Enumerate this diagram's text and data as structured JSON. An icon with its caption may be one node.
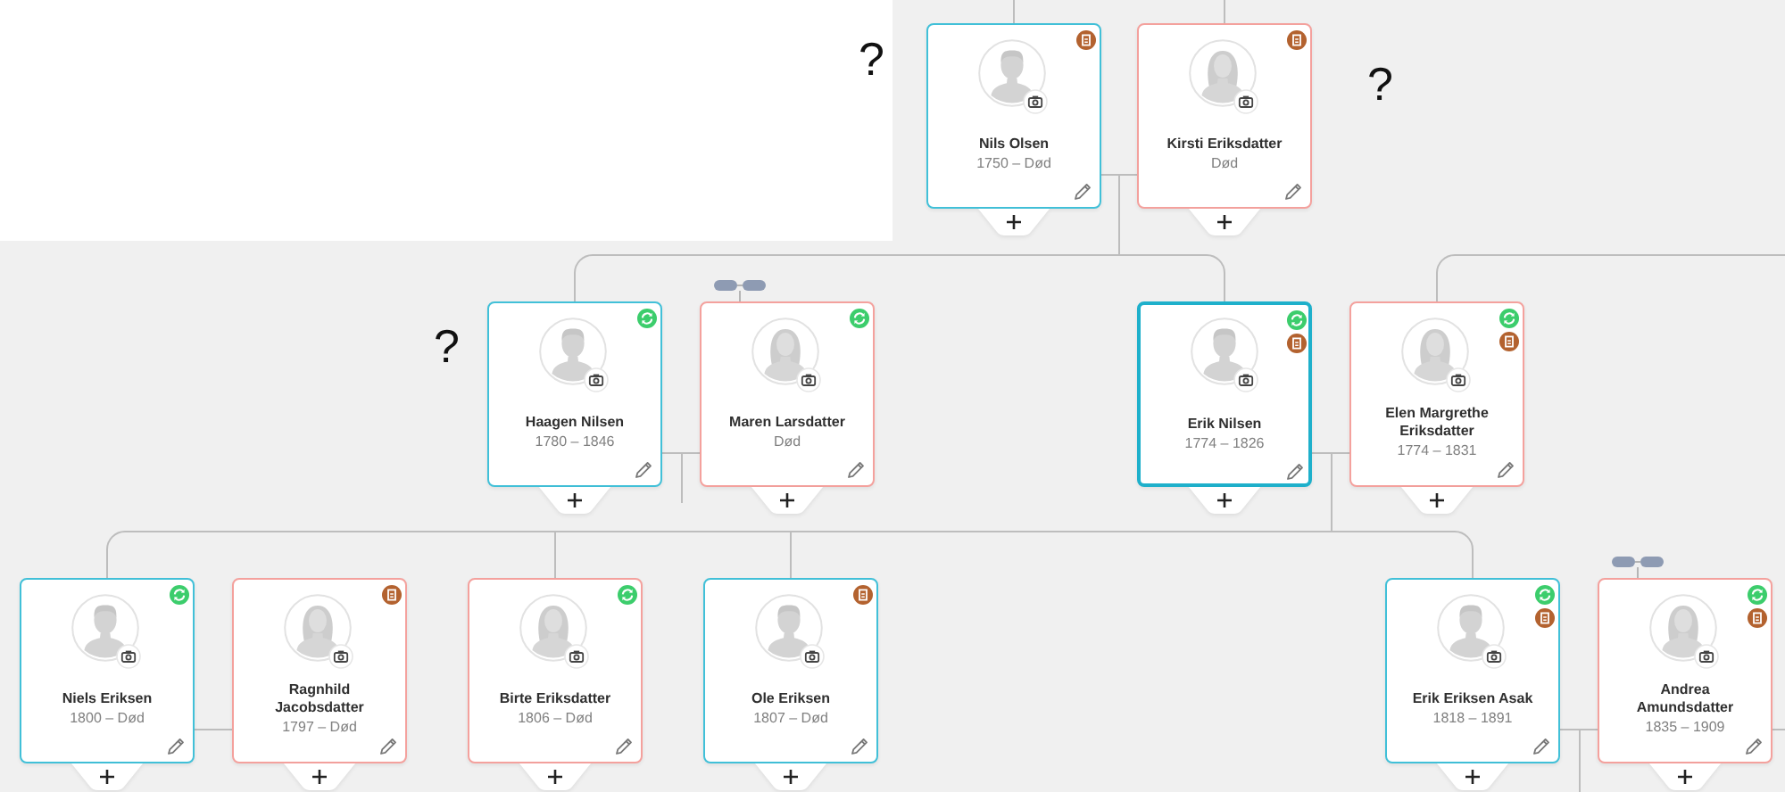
{
  "diagram": {
    "nodes": [
      {
        "text": [
          "Nils Olsen",
          "1750 – Død"
        ],
        "beside": [
          "?"
        ]
      },
      {
        "text": [
          "Kirsti Eriksdatter",
          "Død"
        ],
        "beside": [
          "?"
        ]
      },
      {
        "text": [
          "Haagen Nilsen",
          "1780 – 1846"
        ],
        "beside": [
          "?"
        ]
      },
      {
        "text": [
          "Maren Larsdatter",
          "Død"
        ]
      },
      {
        "text": [
          "Erik Nilsen",
          "1774 – 1826"
        ]
      },
      {
        "text": [
          "Elen Margrethe Eriksdatter",
          "1774 – 1831"
        ]
      },
      {
        "text": [
          "Niels Eriksen",
          "1800 – Død"
        ]
      },
      {
        "text": [
          "Ragnhild Jacobsdatter",
          "1797 – Død"
        ]
      },
      {
        "text": [
          "Birte Eriksdatter",
          "1806 – Død"
        ]
      },
      {
        "text": [
          "Ole Eriksen",
          "1807 – Død"
        ]
      },
      {
        "text": [
          "Erik Eriksen Asak",
          "1818 – 1891"
        ]
      },
      {
        "text": [
          "Andrea Amundsdatter",
          "1835 – 1909"
        ]
      }
    ],
    "edges": [
      {
        "from": 0,
        "to": 1,
        "arrow": "none"
      },
      {
        "from": null,
        "to": 0,
        "arrow": "none"
      },
      {
        "from": null,
        "to": 1,
        "arrow": "none"
      },
      {
        "from": 0,
        "to": 2,
        "arrow": "none"
      },
      {
        "from": 1,
        "to": 2,
        "arrow": "none"
      },
      {
        "from": 0,
        "to": 4,
        "arrow": "none"
      },
      {
        "from": 1,
        "to": 4,
        "arrow": "none"
      },
      {
        "from": 2,
        "to": 3,
        "arrow": "none"
      },
      {
        "from": 2,
        "to": null,
        "arrow": "none"
      },
      {
        "from": 3,
        "to": null,
        "arrow": "none"
      },
      {
        "from": 4,
        "to": 5,
        "arrow": "none"
      },
      {
        "from": null,
        "to": 5,
        "arrow": "none"
      },
      {
        "from": 4,
        "to": 6,
        "arrow": "none"
      },
      {
        "from": 5,
        "to": 6,
        "arrow": "none"
      },
      {
        "from": 4,
        "to": 8,
        "arrow": "none"
      },
      {
        "from": 5,
        "to": 8,
        "arrow": "none"
      },
      {
        "from": 4,
        "to": 9,
        "arrow": "none"
      },
      {
        "from": 5,
        "to": 9,
        "arrow": "none"
      },
      {
        "from": 4,
        "to": 10,
        "arrow": "none"
      },
      {
        "from": 5,
        "to": 10,
        "arrow": "none"
      },
      {
        "from": 6,
        "to": 7,
        "arrow": "none"
      },
      {
        "from": 10,
        "to": 11,
        "arrow": "none"
      },
      {
        "from": 11,
        "to": null,
        "arrow": "none"
      },
      {
        "from": 10,
        "to": null,
        "arrow": "none"
      },
      {
        "from": 11,
        "to": null,
        "arrow": "none"
      }
    ]
  }
}
